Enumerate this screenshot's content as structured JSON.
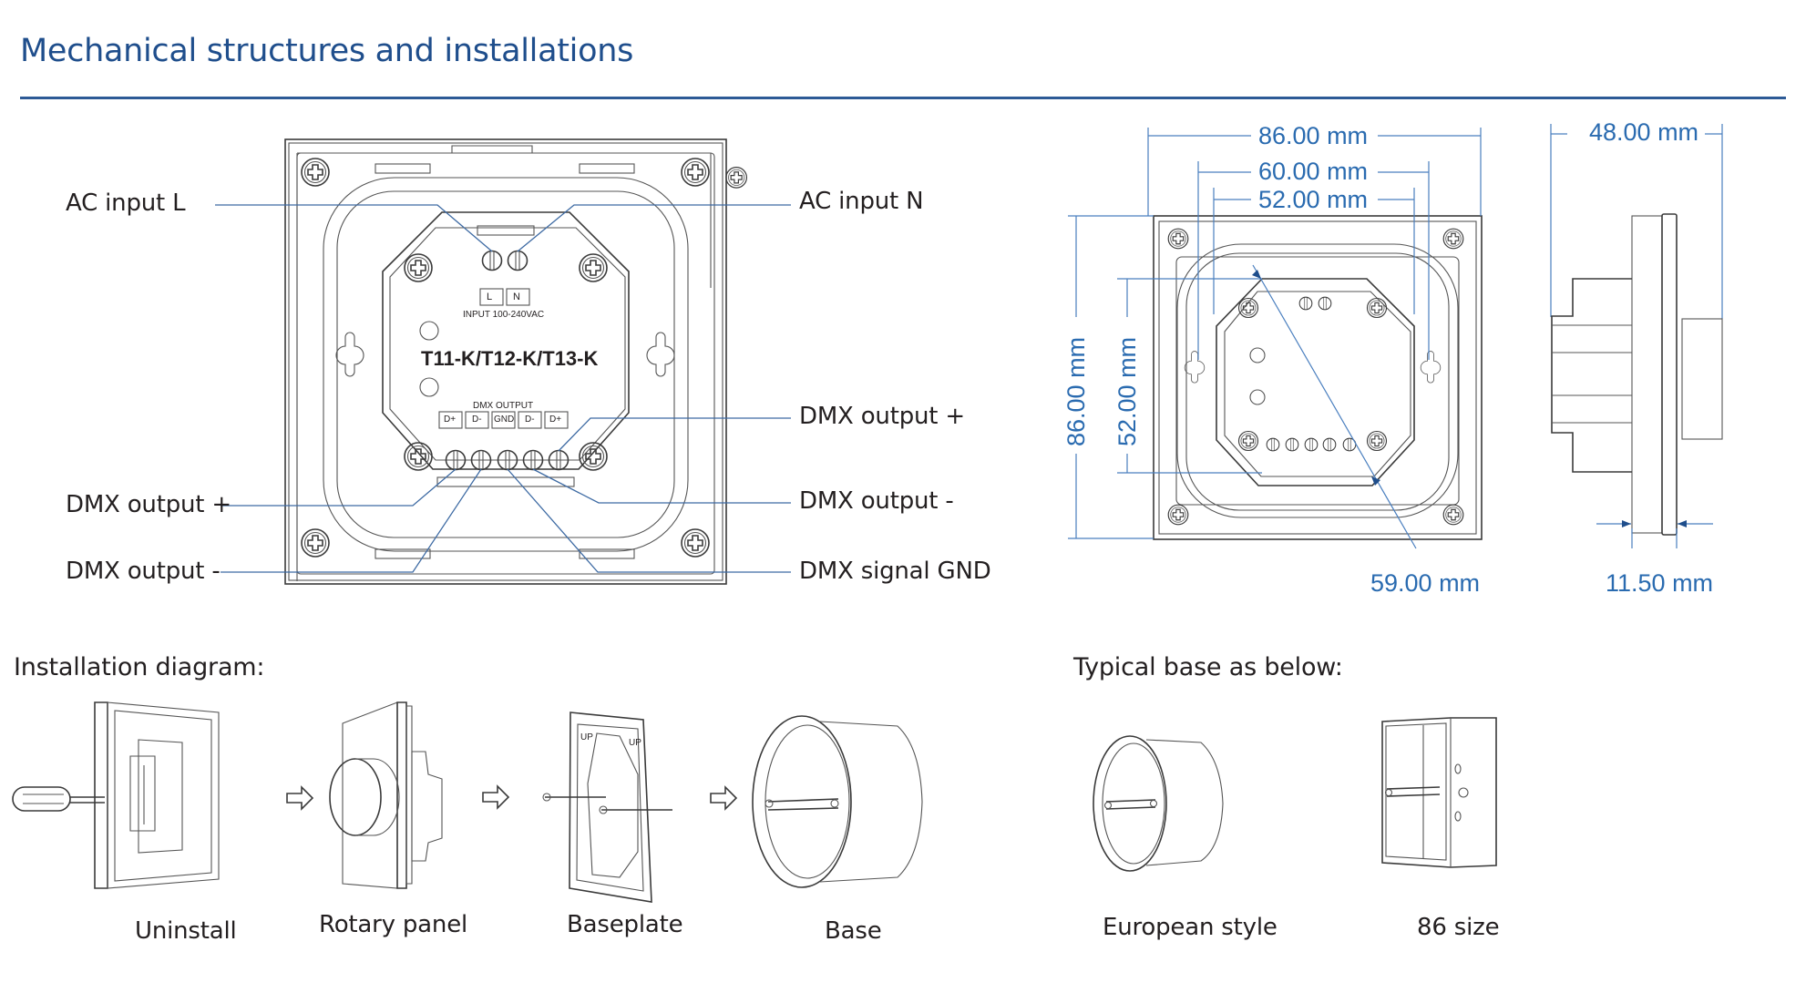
{
  "header": {
    "title": "Mechanical structures and installations",
    "accent_color": "#1f4e8c"
  },
  "wiring_view": {
    "model": "T11-K/T12-K/T13-K",
    "input_terminals": [
      "L",
      "N"
    ],
    "input_caption": "INPUT  100-240VAC",
    "output_caption": "DMX OUTPUT",
    "output_terminals": [
      "D+",
      "D-",
      "GND",
      "D-",
      "D+"
    ],
    "callouts_left": [
      {
        "label": "AC input L"
      },
      {
        "label": "DMX output +"
      },
      {
        "label": "DMX output -"
      }
    ],
    "callouts_right": [
      {
        "label": "AC input  N"
      },
      {
        "label": "DMX output +"
      },
      {
        "label": "DMX output -"
      },
      {
        "label": "DMX signal GND"
      }
    ],
    "icons": [
      "screw-icon",
      "terminal-screw-icon",
      "keyhole-slot-icon"
    ]
  },
  "dimensions": {
    "front": {
      "overall_width": "86.00 mm",
      "mount_hole_spacing": "60.00 mm",
      "module_width": "52.00 mm",
      "overall_height": "86.00 mm",
      "module_height": "52.00 mm",
      "diagonal": "59.00 mm"
    },
    "side": {
      "depth": "48.00 mm",
      "panel_thickness": "11.50 mm"
    },
    "dimension_color": "#2a6bb0"
  },
  "installation": {
    "heading": "Installation diagram:",
    "steps": [
      {
        "caption": "Uninstall",
        "icon": "screwdriver-panel-icon"
      },
      {
        "caption": "Rotary panel",
        "icon": "rotary-panel-icon"
      },
      {
        "caption": "Baseplate",
        "icon": "baseplate-icon"
      },
      {
        "caption": "Base",
        "icon": "round-base-icon"
      }
    ],
    "arrow_icon": "hollow-arrow-right-icon",
    "up_marks": [
      "UP",
      "UP"
    ]
  },
  "typical_base": {
    "heading": "Typical base as below:",
    "items": [
      {
        "caption": "European style",
        "icon": "european-round-box-icon"
      },
      {
        "caption": "86 size",
        "icon": "square-86-box-icon"
      }
    ]
  }
}
